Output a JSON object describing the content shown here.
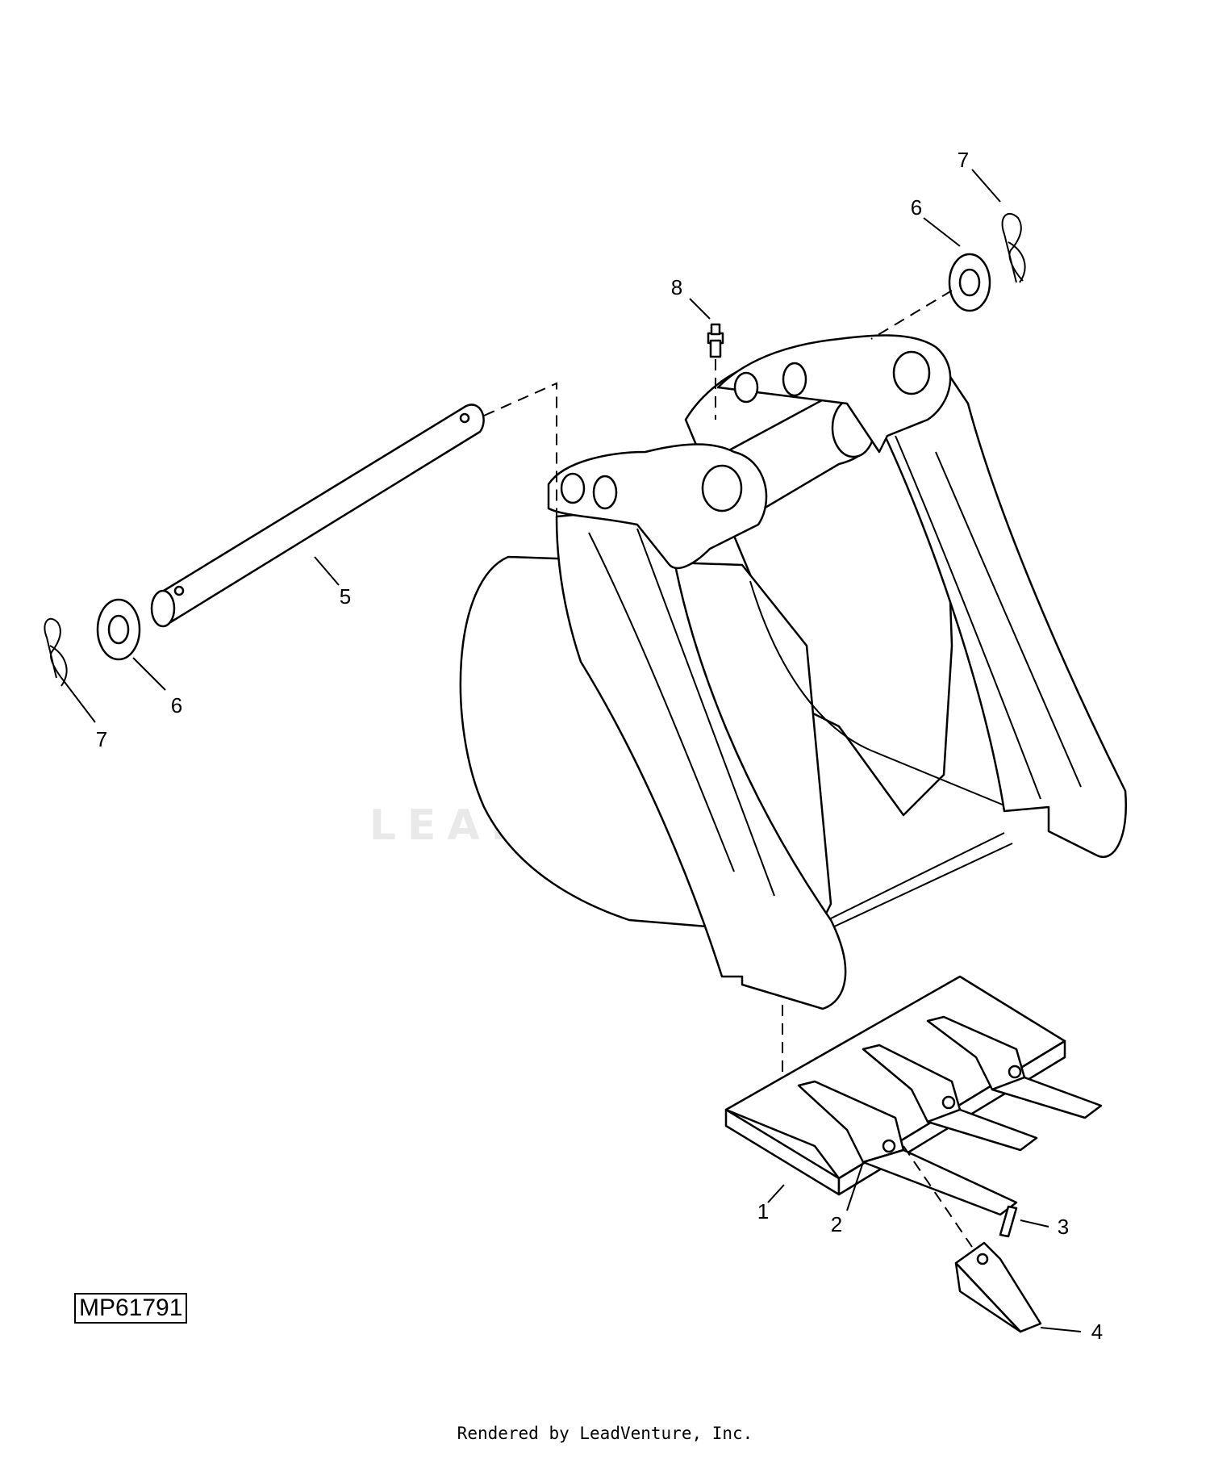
{
  "drawing": {
    "code": "MP61791",
    "watermark": "LEADVENTURE",
    "footer": "Rendered by LeadVenture, Inc."
  },
  "callouts": {
    "c1": "1",
    "c2": "2",
    "c3": "3",
    "c4": "4",
    "c5": "5",
    "c6_left": "6",
    "c6_right": "6",
    "c7_left": "7",
    "c7_right": "7",
    "c8": "8"
  }
}
